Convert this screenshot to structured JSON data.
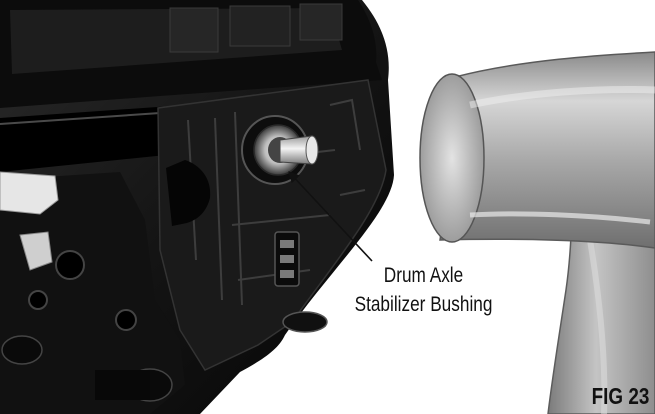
{
  "callout": {
    "line1": "Drum Axle",
    "line2": "Stabilizer Bushing"
  },
  "figure_label": "FIG 23"
}
